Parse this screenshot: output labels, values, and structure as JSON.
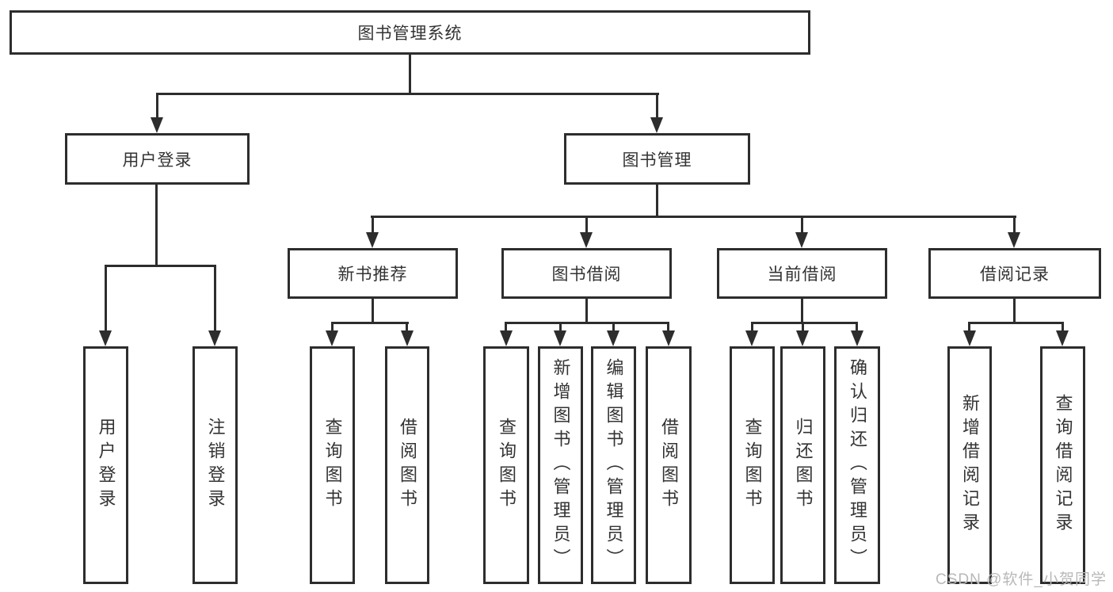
{
  "diagram": {
    "root": {
      "label": "图书管理系统"
    },
    "level1": {
      "user_login": {
        "label": "用户登录"
      },
      "book_management": {
        "label": "图书管理"
      }
    },
    "level2": {
      "new_book": {
        "label": "新书推荐"
      },
      "book_borrow": {
        "label": "图书借阅"
      },
      "current_borrow": {
        "label": "当前借阅"
      },
      "borrow_record": {
        "label": "借阅记录"
      }
    },
    "leaves": {
      "user_login": [
        "用户登录",
        "注销登录"
      ],
      "new_book": [
        "查询图书",
        "借阅图书"
      ],
      "book_borrow": [
        "查询图书",
        "新增图书（管理员）",
        "编辑图书（管理员）",
        "借阅图书"
      ],
      "current_borrow": [
        "查询图书",
        "归还图书",
        "确认归还（管理员）"
      ],
      "borrow_record": [
        "新增借阅记录",
        "查询借阅记录"
      ]
    }
  },
  "watermark": {
    "text": "CSDN @软件_小贺同学"
  },
  "colors": {
    "line": "#2d2d2d",
    "text": "#333333",
    "watermark": "#b8b8b8",
    "background": "#ffffff"
  }
}
